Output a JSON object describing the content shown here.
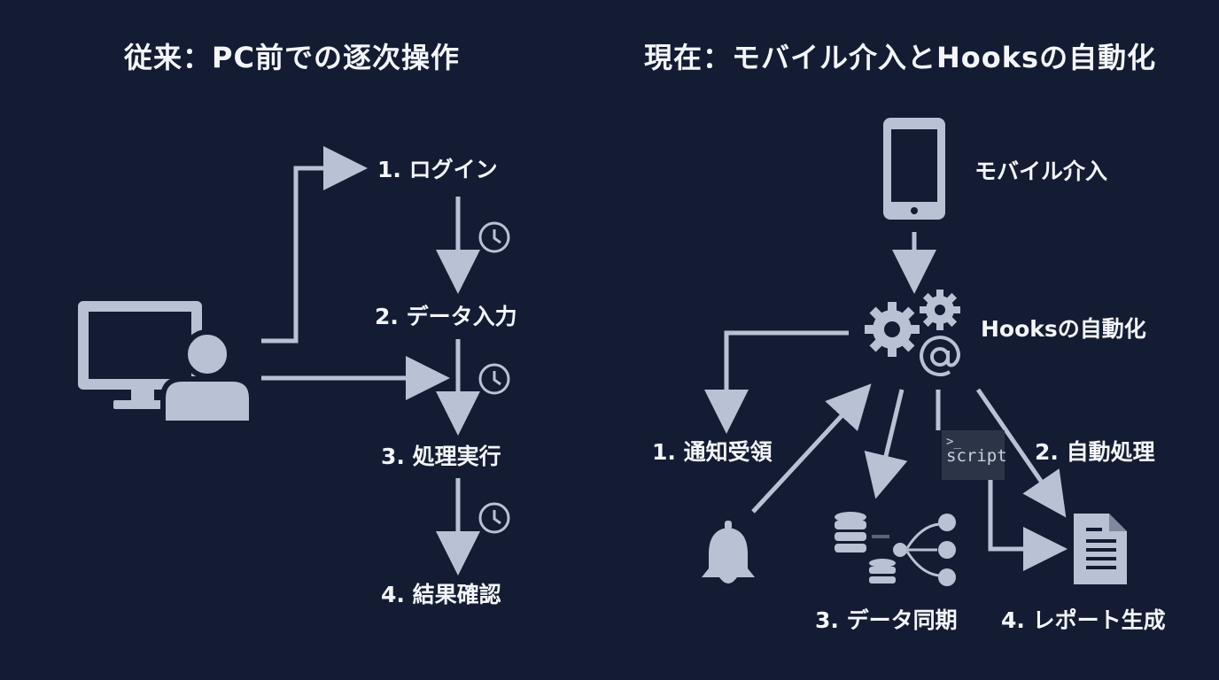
{
  "left": {
    "title": "従来：PC前での逐次操作",
    "steps": [
      "1. ログイン",
      "2. データ入力",
      "3. 処理実行",
      "4. 結果確認"
    ]
  },
  "right": {
    "title": "現在：モバイル介入とHooksの自動化",
    "mobile_label": "モバイル介入",
    "hooks_label": "Hooksの自動化",
    "steps": [
      "1. 通知受領",
      "2. 自動処理",
      "3. データ同期",
      "4. レポート生成"
    ],
    "script_prompt": ">_",
    "script_label": "script"
  },
  "colors": {
    "background": "#131c33",
    "icon": "#b9c2d4",
    "text": "#f4f6fb"
  }
}
